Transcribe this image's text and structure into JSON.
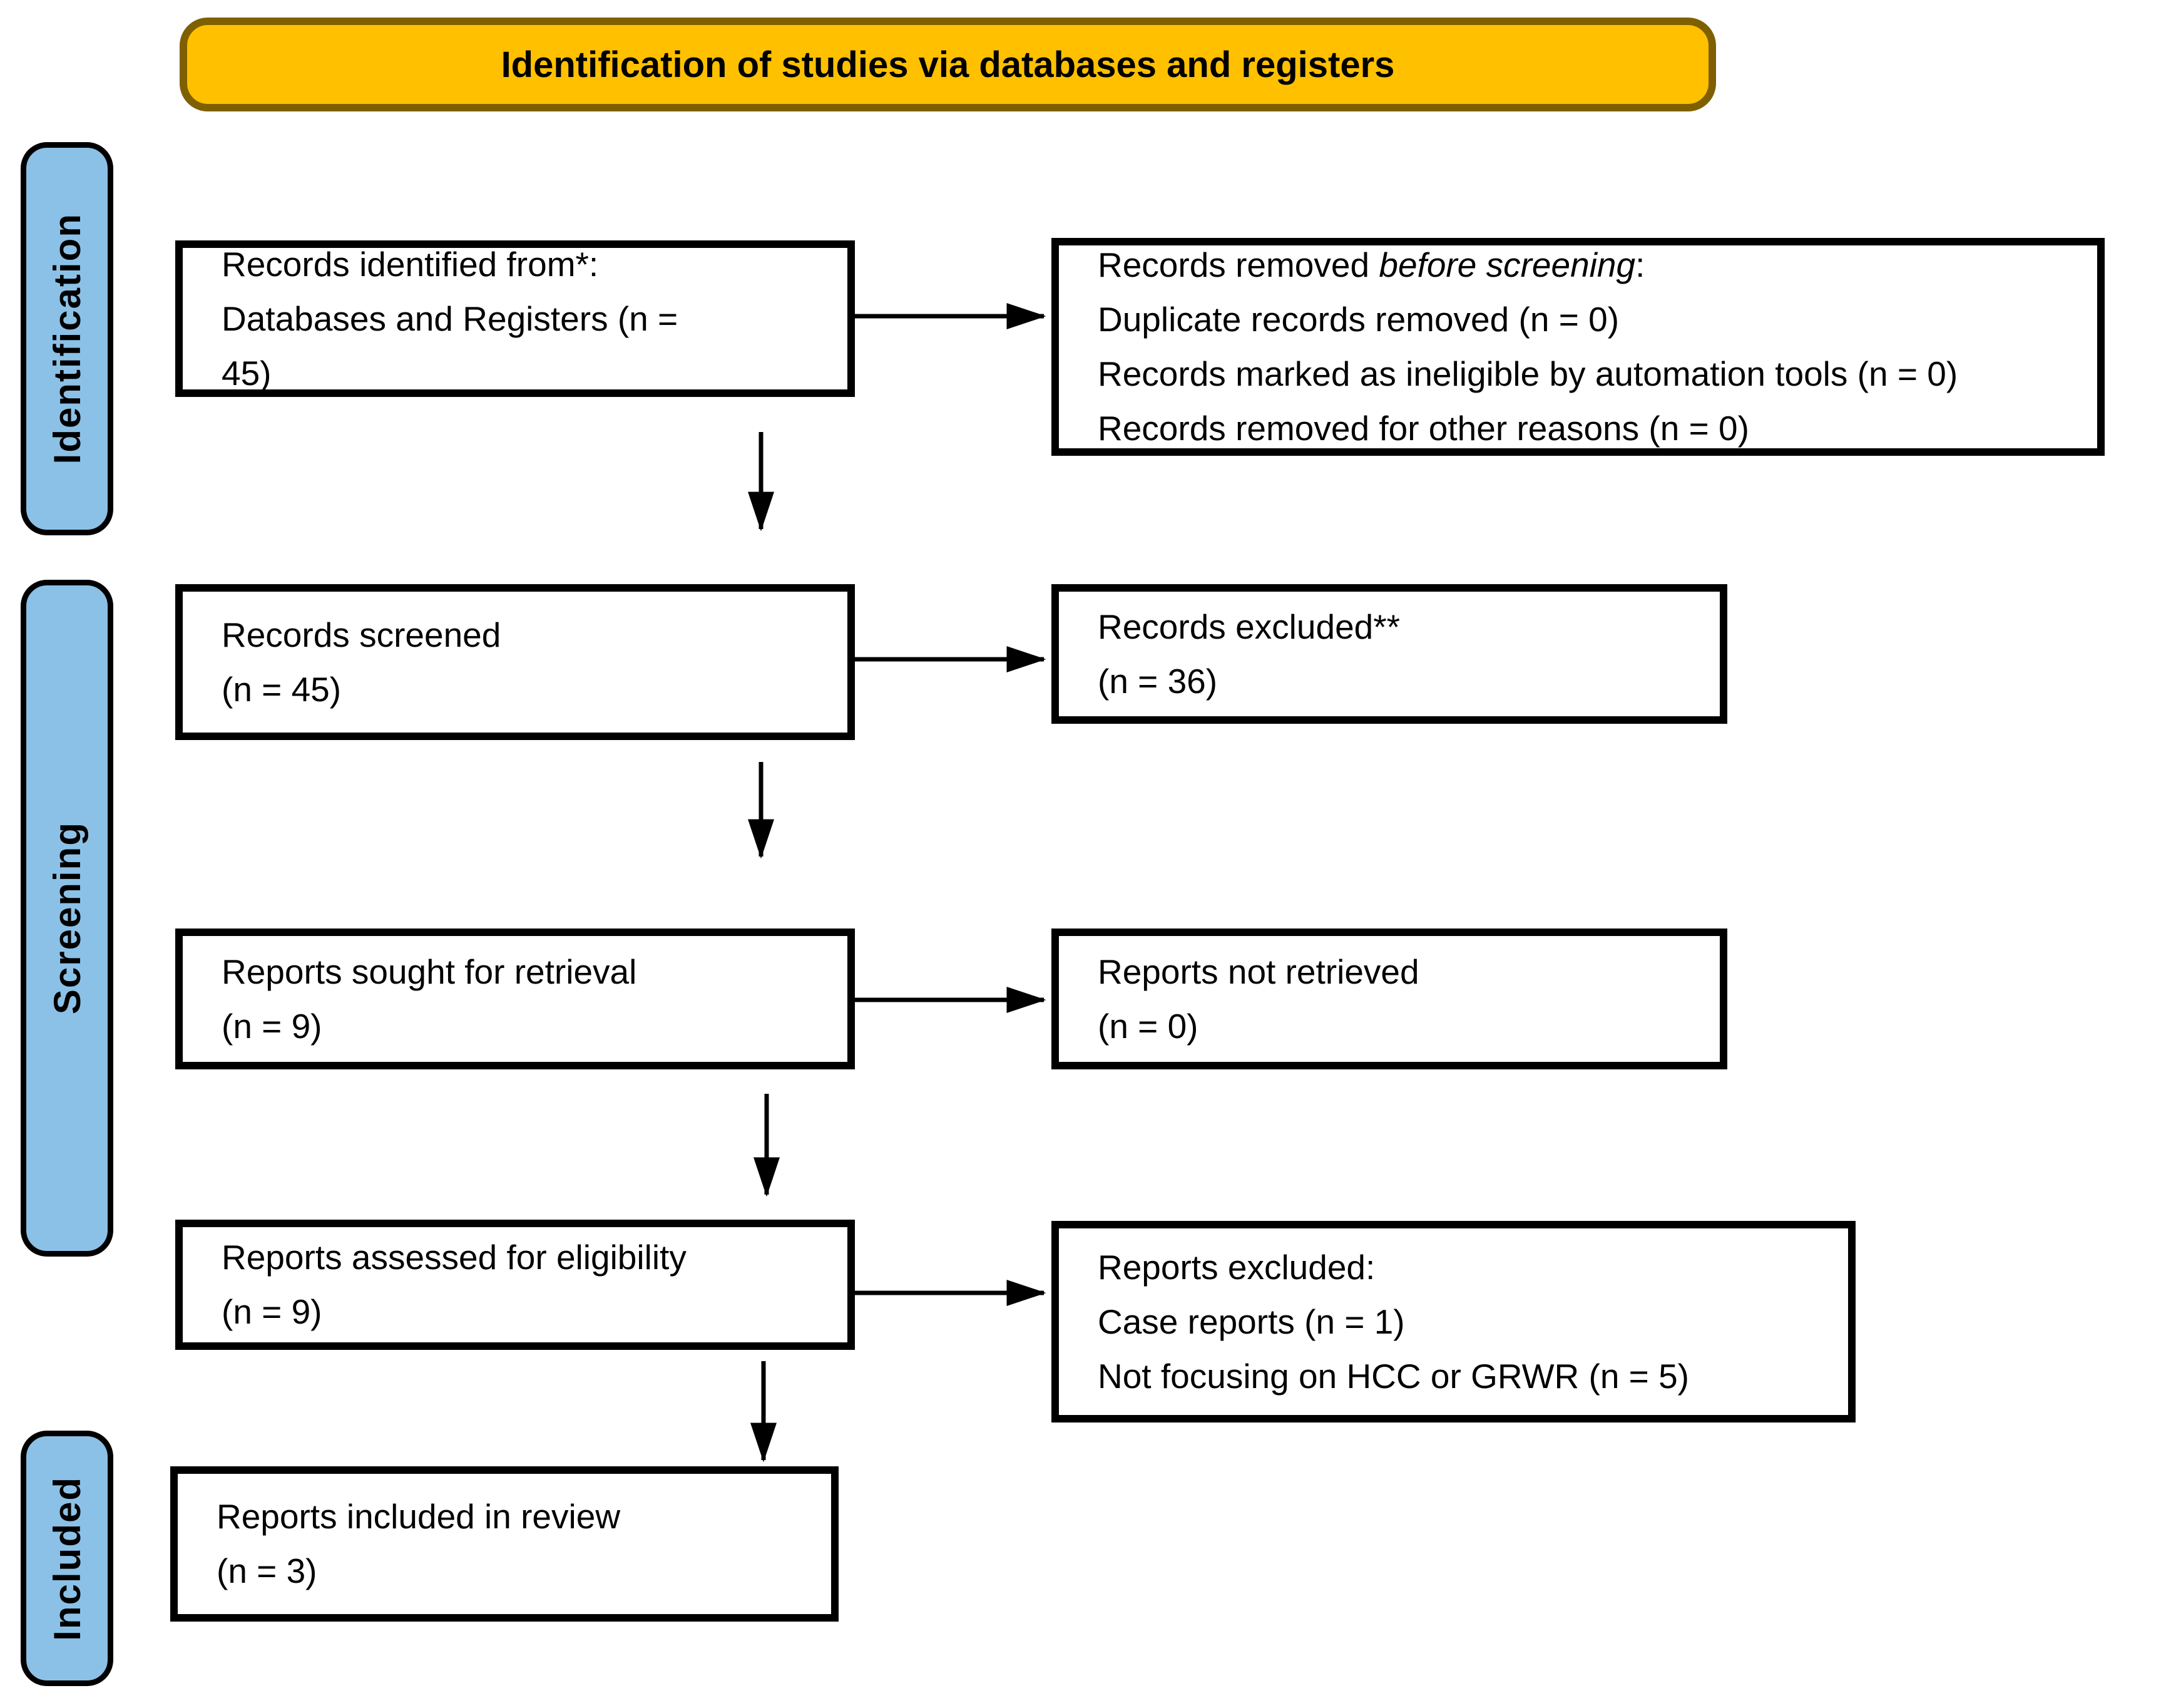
{
  "header": {
    "title": "Identification of studies via databases and registers"
  },
  "sidebar": {
    "stages": [
      {
        "label": "Identification"
      },
      {
        "label": "Screening"
      },
      {
        "label": "Included"
      }
    ]
  },
  "flow": {
    "records_identified": {
      "line1": "Records identified from*:",
      "line2": "Databases and Registers (n =",
      "line3": "45)"
    },
    "records_removed": {
      "line1_normal": "Records removed ",
      "line1_italic": "before screening",
      "line1_end": ":",
      "line2": "Duplicate records removed  (n = 0)",
      "line3": "Records marked as ineligible by automation tools (n = 0)",
      "line4": "Records removed for other reasons (n = 0)"
    },
    "records_screened": {
      "line1": "Records screened",
      "line2": "(n = 45)"
    },
    "records_excluded": {
      "line1": "Records excluded**",
      "line2": "(n = 36)"
    },
    "reports_sought": {
      "line1": "Reports sought for retrieval",
      "line2": "(n = 9)"
    },
    "reports_not_retrieved": {
      "line1": "Reports not retrieved",
      "line2": "(n = 0)"
    },
    "reports_assessed": {
      "line1": "Reports assessed for eligibility",
      "line2": "(n = 9)"
    },
    "reports_excluded": {
      "line1": "Reports excluded:",
      "line2": "Case reports (n = 1)",
      "line3": "Not focusing on HCC or GRWR (n = 5)"
    },
    "reports_included": {
      "line1": "Reports included in review",
      "line2": "(n = 3)"
    }
  },
  "colors": {
    "header_fill": "#FFC000",
    "header_border": "#7F6000",
    "stage_fill": "#8CC1E7",
    "box_border": "#000000",
    "arrow_color": "#000000"
  }
}
